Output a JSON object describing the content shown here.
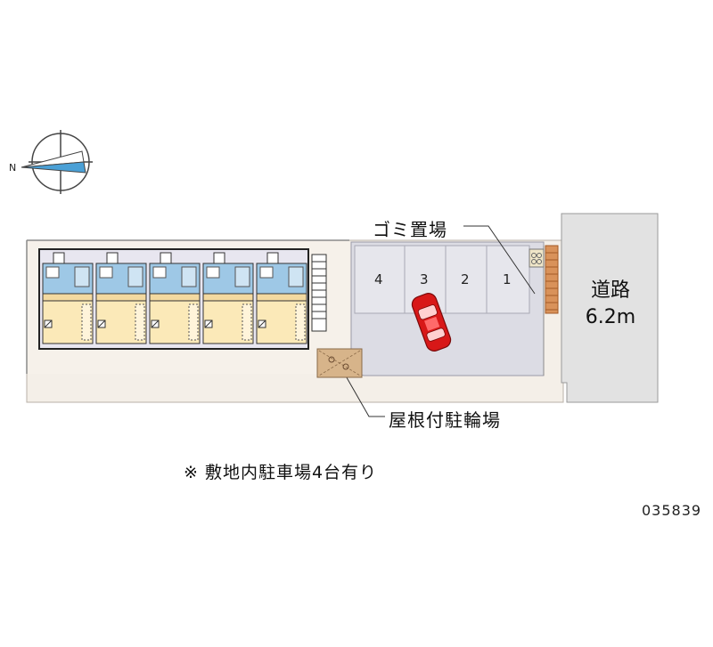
{
  "compass": {
    "north_label": "N"
  },
  "labels": {
    "garbage": "ゴミ置場",
    "bike_parking": "屋根付駐輪場",
    "road_name": "道路",
    "road_width": "6.2m",
    "note": "※ 敷地内駐車場4台有り",
    "property_code": "035839"
  },
  "parking_spaces": [
    {
      "number": "4"
    },
    {
      "number": "3"
    },
    {
      "number": "2"
    },
    {
      "number": "1"
    }
  ],
  "colors": {
    "road": "#e2e2e2",
    "lot": "#dcdce4",
    "site": "#f4efe8",
    "room": "#fbe9b8",
    "bath": "#9ec8e6",
    "car": "#d81818",
    "bike_roof": "#d7b48a",
    "fence": "#c8763a"
  }
}
